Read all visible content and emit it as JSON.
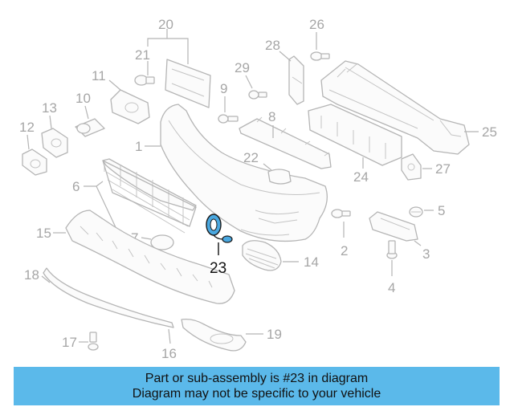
{
  "highlight": {
    "part_number": "23",
    "color": "#4aa8e0"
  },
  "callouts": {
    "c1": "1",
    "c2": "2",
    "c3": "3",
    "c4": "4",
    "c5": "5",
    "c6": "6",
    "c7": "7",
    "c8": "8",
    "c9": "9",
    "c10": "10",
    "c11": "11",
    "c12": "12",
    "c13": "13",
    "c14": "14",
    "c15": "15",
    "c16": "16",
    "c17": "17",
    "c18": "18",
    "c19": "19",
    "c20": "20",
    "c21": "21",
    "c22": "22",
    "c24": "24",
    "c25": "25",
    "c26": "26",
    "c27": "27",
    "c28": "28",
    "c29": "29"
  },
  "banner": {
    "line1": "Part or sub-assembly is #23 in diagram",
    "line2": "Diagram may not be specific to your vehicle",
    "color": "#5bb9ea"
  }
}
